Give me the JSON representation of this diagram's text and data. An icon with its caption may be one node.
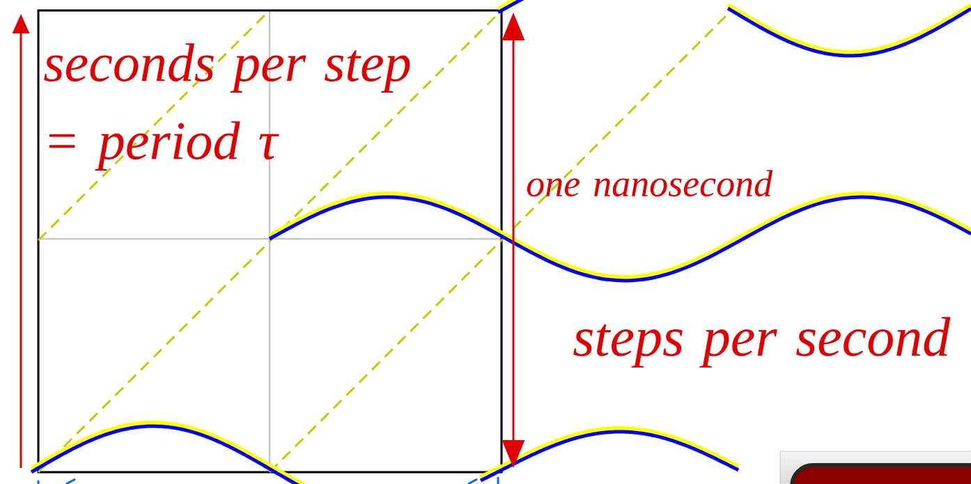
{
  "diagram": {
    "labels": [
      "seconds per step = period τ",
      "one nanosecond",
      "steps per second"
    ]
  }
}
